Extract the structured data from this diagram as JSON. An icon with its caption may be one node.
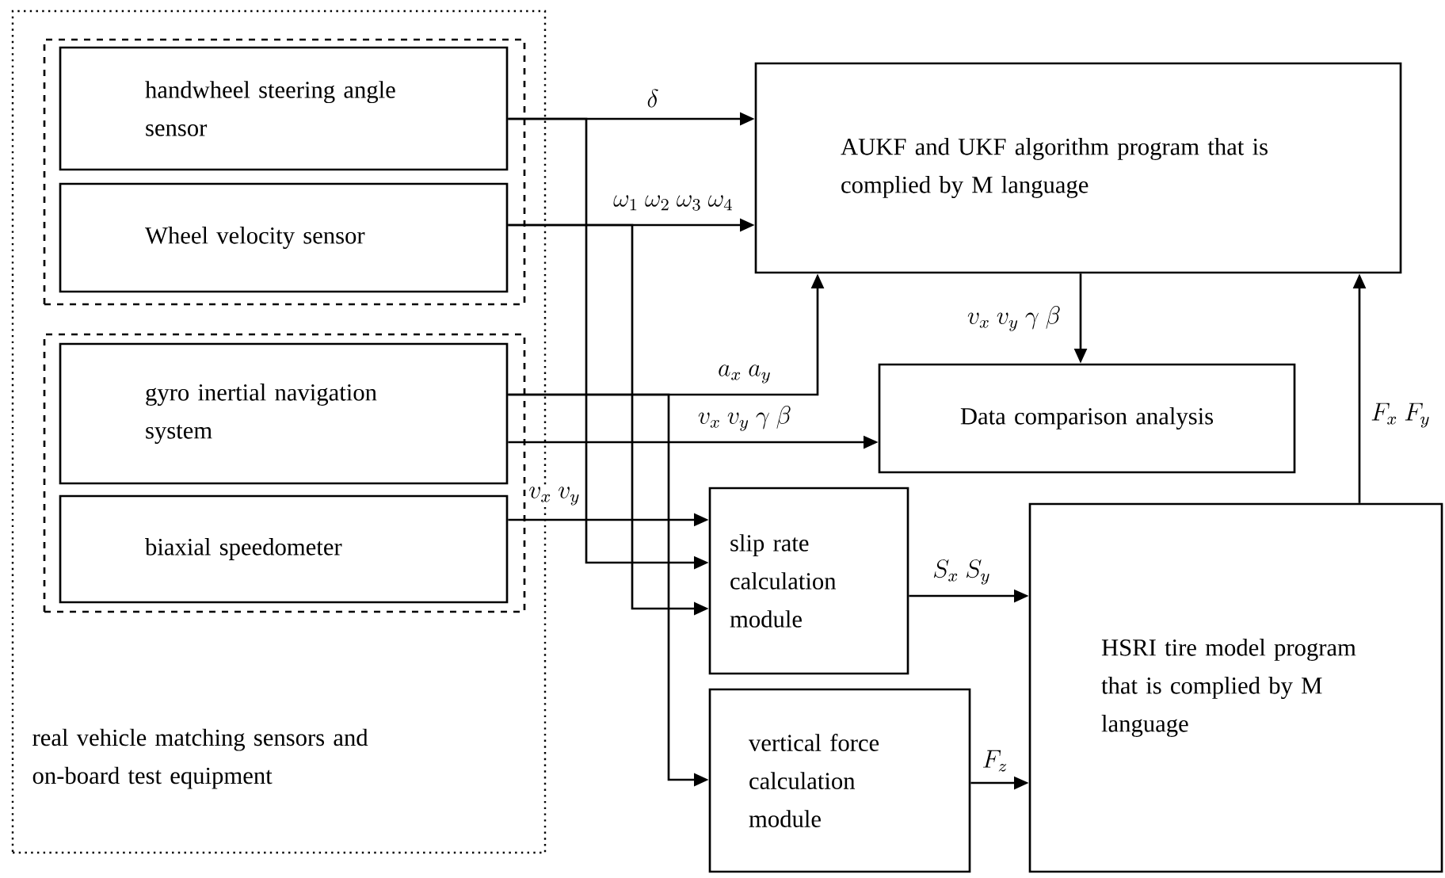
{
  "diagram": {
    "nodes": [
      {
        "text": [
          "real vehicle matching sensors and on-board test equipment"
        ]
      },
      {
        "text": [],
        "shape": "box",
        "in": 0
      },
      {
        "text": [
          "handwheel steering angle sensor"
        ],
        "in": 1
      },
      {
        "text": [
          "Wheel velocity sensor"
        ],
        "in": 1
      },
      {
        "text": [],
        "shape": "box",
        "in": 0
      },
      {
        "text": [
          "gyro inertial navigation system"
        ],
        "in": 4
      },
      {
        "text": [
          "biaxial speedometer"
        ],
        "in": 4
      },
      {
        "text": [
          "AUKF and UKF algorithm program that is complied by M language"
        ]
      },
      {
        "text": [
          "Data comparison analysis"
        ]
      },
      {
        "text": [
          "slip rate calculation module"
        ]
      },
      {
        "text": [
          "vertical force calculation module"
        ]
      },
      {
        "text": [
          "HSRI tire model program that is complied by M language"
        ]
      }
    ],
    "edges": [
      {
        "from": 2,
        "to": 7,
        "arrow": "to",
        "label": "\\delta"
      },
      {
        "from": 3,
        "to": 7,
        "arrow": "to",
        "label": "\\omega_1\\ \\omega_2\\ \\omega_3\\ \\omega_4"
      },
      {
        "from": 5,
        "to": 7,
        "arrow": "to",
        "label": "a_x\\ a_y"
      },
      {
        "from": 5,
        "to": 8,
        "arrow": "to",
        "label": "v_x\\ v_y\\ \\gamma\\ \\beta"
      },
      {
        "from": 6,
        "to": 9,
        "arrow": "to",
        "label": "v_x\\ v_y"
      },
      {
        "from": 2,
        "to": 9,
        "arrow": "to"
      },
      {
        "from": 3,
        "to": 9,
        "arrow": "to"
      },
      {
        "from": 5,
        "to": 10,
        "arrow": "to"
      },
      {
        "from": 7,
        "to": 8,
        "arrow": "to",
        "label": "v_x\\ v_y\\ \\gamma\\ \\beta"
      },
      {
        "from": 9,
        "to": 11,
        "arrow": "to",
        "label": "S_x\\ S_y"
      },
      {
        "from": 10,
        "to": 11,
        "arrow": "to",
        "label": "F_z"
      },
      {
        "from": 11,
        "to": 7,
        "arrow": "to",
        "label": "F_x\\ F_y"
      }
    ]
  }
}
